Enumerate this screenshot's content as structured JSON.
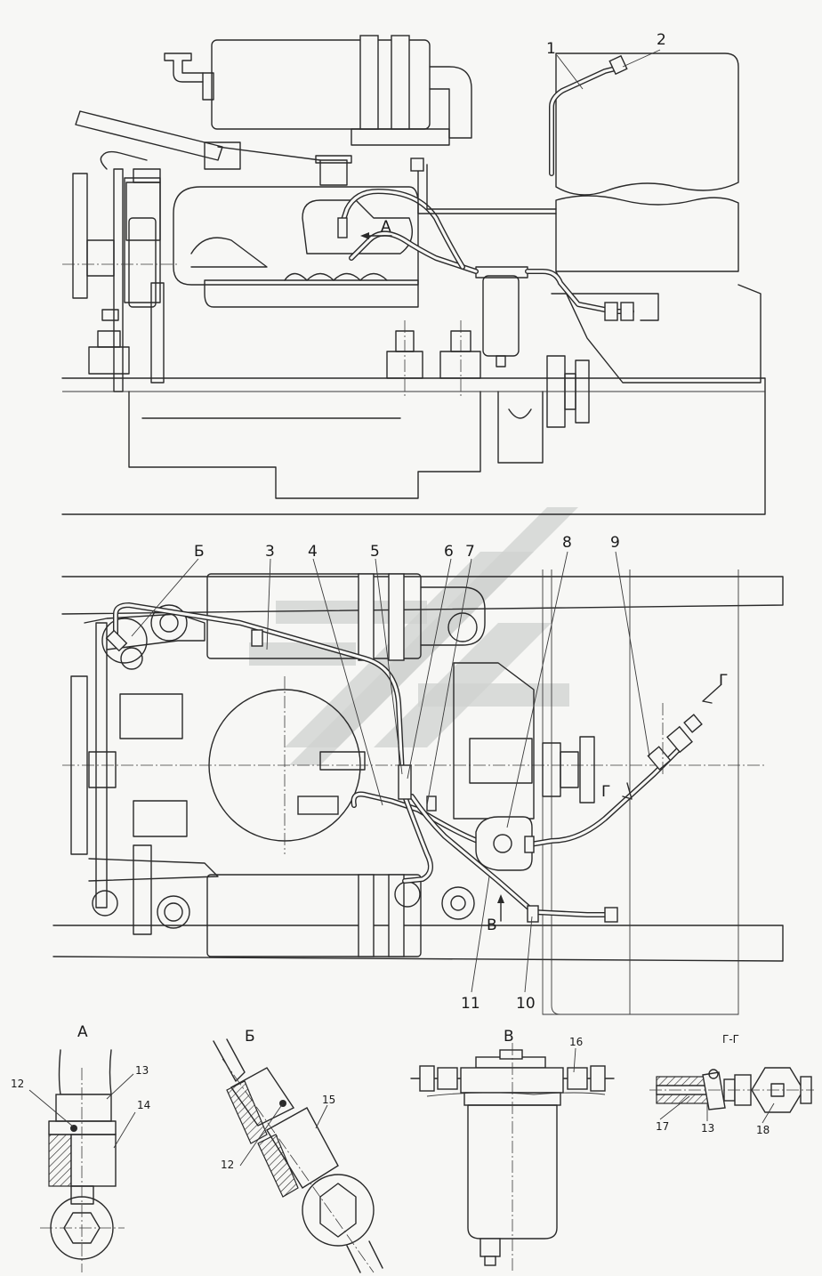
{
  "callouts": [
    {
      "id": "c1",
      "text": "1"
    },
    {
      "id": "c2",
      "text": "2"
    },
    {
      "id": "c3",
      "text": "3"
    },
    {
      "id": "c4",
      "text": "4"
    },
    {
      "id": "c5",
      "text": "5"
    },
    {
      "id": "c6",
      "text": "6"
    },
    {
      "id": "c7",
      "text": "7"
    },
    {
      "id": "c8",
      "text": "8"
    },
    {
      "id": "c9",
      "text": "9"
    },
    {
      "id": "c10",
      "text": "10"
    },
    {
      "id": "c11",
      "text": "11"
    },
    {
      "id": "c12a",
      "text": "12"
    },
    {
      "id": "c13a",
      "text": "13"
    },
    {
      "id": "c14",
      "text": "14"
    },
    {
      "id": "c12b",
      "text": "12"
    },
    {
      "id": "c15",
      "text": "15"
    },
    {
      "id": "c16",
      "text": "16"
    },
    {
      "id": "c17",
      "text": "17"
    },
    {
      "id": "c13b",
      "text": "13"
    },
    {
      "id": "c18",
      "text": "18"
    }
  ],
  "view_marks": {
    "A_top": "А",
    "B_top": "Б",
    "V_top": "В",
    "G_section": "Г",
    "G_section2": "Г"
  },
  "detail_titles": {
    "A": "А",
    "B": "Б",
    "V": "В",
    "GG": "Г-Г"
  }
}
